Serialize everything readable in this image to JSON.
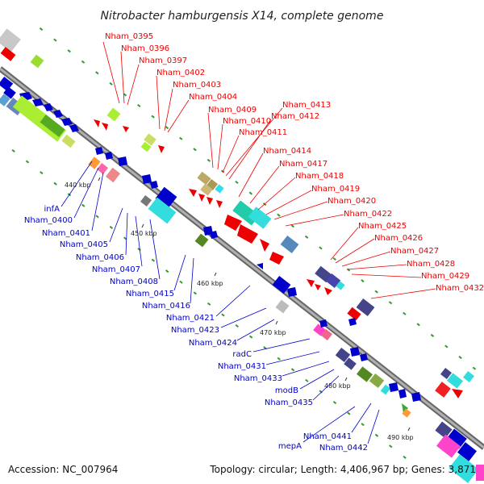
{
  "title": "Nitrobacter hamburgensis X14, complete genome",
  "accession": "Accession: NC_007964",
  "topology": "Topology: circular; Length: 4,406,967 bp; Genes: 3,871",
  "colors": {
    "forward": "#ee0000",
    "reverse": "#0000cc",
    "backbone": "#888888",
    "tick": "#339933"
  },
  "kbp_marks": [
    "440 kbp",
    "450 kbp",
    "460 kbp",
    "470 kbp",
    "480 kbp",
    "490 kbp"
  ],
  "forward_labels": [
    "Nham_0395",
    "Nham_0396",
    "Nham_0397",
    "Nham_0402",
    "Nham_0403",
    "Nham_0404",
    "Nham_0409",
    "Nham_0410",
    "Nham_0411",
    "Nham_0413",
    "Nham_0412",
    "Nham_0414",
    "Nham_0417",
    "Nham_0418",
    "Nham_0419",
    "Nham_0420",
    "Nham_0422",
    "Nham_0425",
    "Nham_0426",
    "Nham_0427",
    "Nham_0428",
    "Nham_0429",
    "Nham_0432"
  ],
  "reverse_labels": [
    "infA",
    "Nham_0400",
    "Nham_0401",
    "Nham_0405",
    "Nham_0406",
    "Nham_0407",
    "Nham_0408",
    "Nham_0415",
    "Nham_0416",
    "Nham_0421",
    "Nham_0423",
    "Nham_0424",
    "radC",
    "Nham_0431",
    "Nham_0433",
    "modB",
    "Nham_0435",
    "mepA",
    "Nham_0441",
    "Nham_0442"
  ]
}
